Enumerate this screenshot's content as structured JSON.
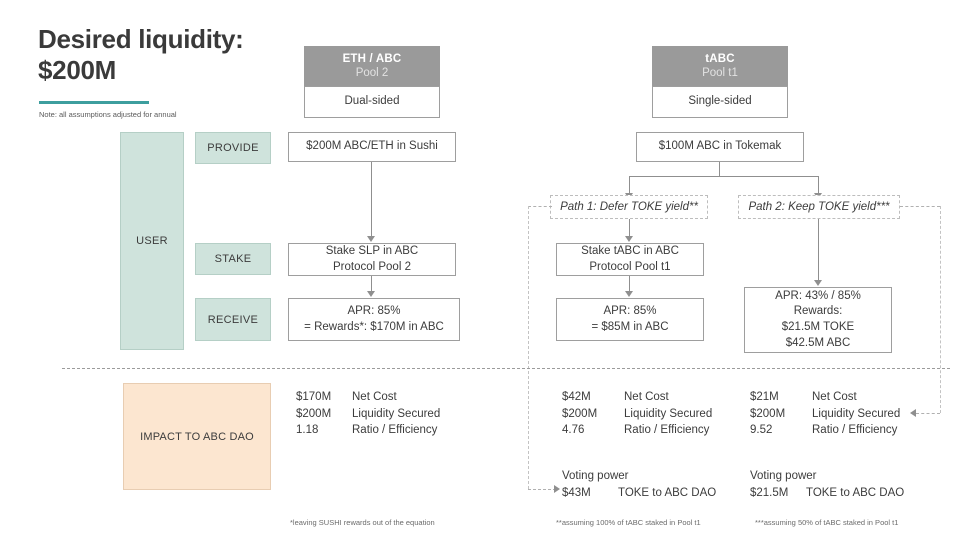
{
  "title": {
    "line1": "Desired liquidity:",
    "line2": "$200M",
    "note": "Note: all assumptions adjusted for annual",
    "accent_color": "#3d9e9e"
  },
  "colors": {
    "header_gray": "#9a9a9a",
    "mint": "#cfe3dc",
    "peach": "#fce6d0",
    "line": "#8f8f8f"
  },
  "stage_labels": {
    "user": "USER",
    "provide": "PROVIDE",
    "stake": "STAKE",
    "receive": "RECEIVE",
    "impact": "IMPACT TO ABC DAO"
  },
  "pools": [
    {
      "name": "ETH / ABC",
      "pool": "Pool 2",
      "sided": "Dual-sided",
      "entry": "$200M ABC/ETH in Sushi"
    },
    {
      "name": "tABC",
      "pool": "Pool t1",
      "sided": "Single-sided",
      "entry": "$100M ABC in Tokemak"
    }
  ],
  "left_flow": {
    "stake_line1": "Stake SLP in ABC",
    "stake_line2": "Protocol Pool 2",
    "receive_line1": "APR: 85%",
    "receive_line2": "= Rewards*: $170M in ABC"
  },
  "paths": [
    {
      "label": "Path 1: Defer TOKE yield**",
      "stake_line1": "Stake tABC in ABC",
      "stake_line2": "Protocol Pool t1",
      "receive_lines": [
        "APR: 85%",
        "= $85M in ABC"
      ]
    },
    {
      "label": "Path 2: Keep TOKE yield***",
      "receive_lines": [
        "APR: 43% / 85%",
        "Rewards:",
        "$21.5M TOKE",
        "$42.5M ABC"
      ]
    }
  ],
  "impact": {
    "row_labels": [
      "Net Cost",
      "Liquidity Secured",
      "Ratio / Efficiency"
    ],
    "columns": [
      {
        "values": [
          "$170M",
          "$200M",
          "1.18"
        ]
      },
      {
        "values": [
          "$42M",
          "$200M",
          "4.76"
        ]
      },
      {
        "values": [
          "$21M",
          "$200M",
          "9.52"
        ]
      }
    ],
    "voting": [
      {
        "title": "Voting power",
        "amount": "$43M",
        "label": "TOKE to ABC DAO"
      },
      {
        "title": "Voting power",
        "amount": "$21.5M",
        "label": "TOKE to ABC DAO"
      }
    ]
  },
  "footnotes": [
    "*leaving SUSHI rewards out of the equation",
    "**assuming 100% of tABC staked in Pool t1",
    "***assuming 50% of tABC staked in Pool t1"
  ]
}
